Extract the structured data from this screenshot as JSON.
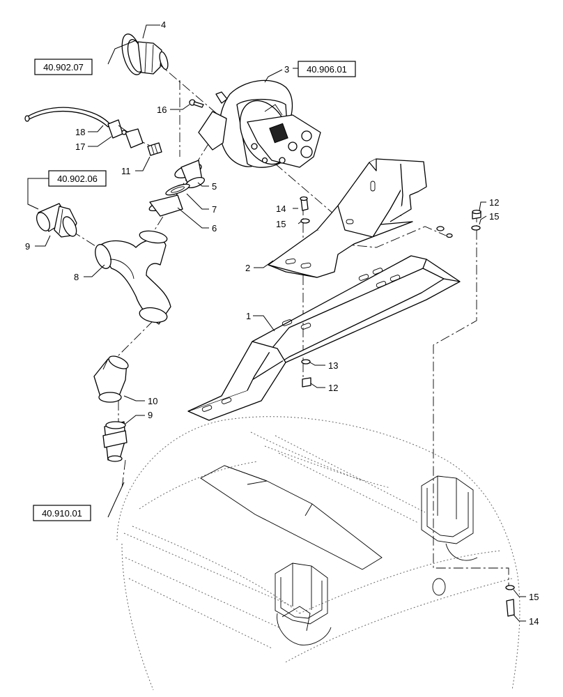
{
  "callouts": {
    "c1": "1",
    "c2": "2",
    "c3": "3",
    "c4": "4",
    "c5": "5",
    "c6": "6",
    "c7": "7",
    "c8": "8",
    "c9a": "9",
    "c9b": "9",
    "c10": "10",
    "c11": "11",
    "c12a": "12",
    "c12b": "12",
    "c13": "13",
    "c14a": "14",
    "c14b": "14",
    "c15a": "15",
    "c15b": "15",
    "c15c": "15",
    "c16": "16",
    "c17": "17",
    "c18": "18"
  },
  "references": {
    "r1": "40.902.07",
    "r2": "40.906.01",
    "r3": "40.902.06",
    "r4": "40.910.01"
  }
}
